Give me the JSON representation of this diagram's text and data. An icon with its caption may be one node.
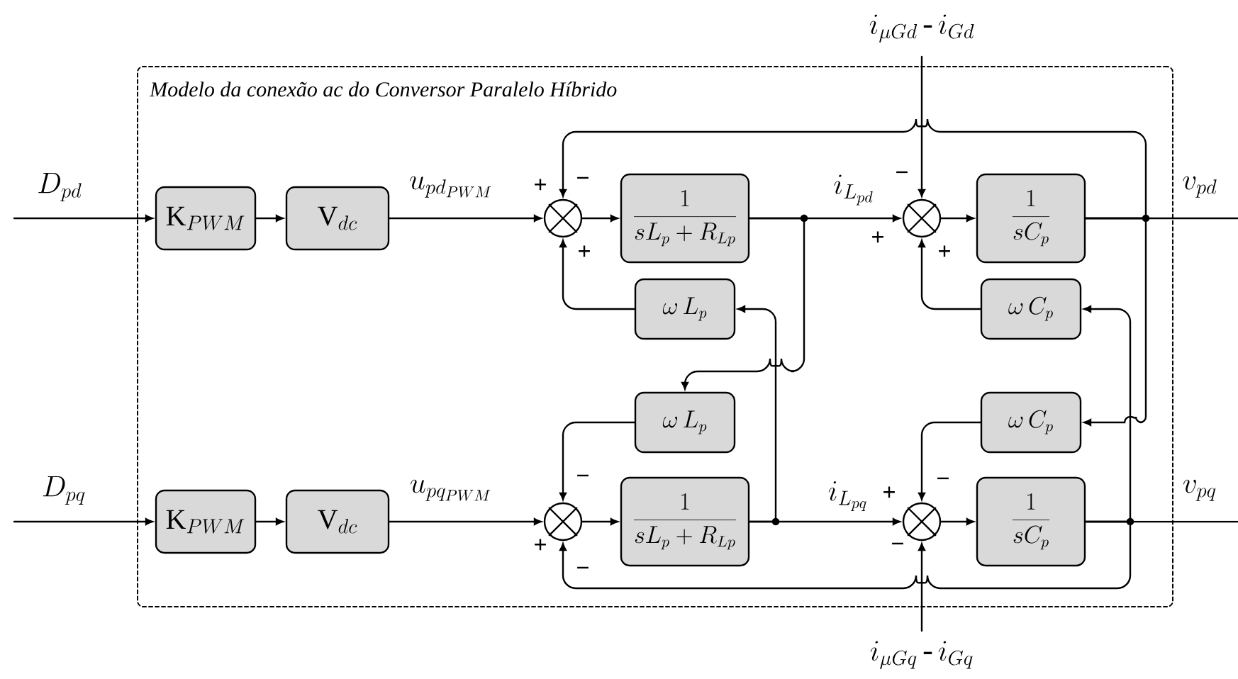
{
  "diagram": {
    "nodes": [
      {
        "text": [
          "Modelo da conexão ac do Conversor Paralelo Híbrido"
        ]
      },
      {
        "text": [
          "\\mathrm{K}_{PWM}"
        ],
        "in": 0
      },
      {
        "text": [
          "\\mathrm{V}_{dc}"
        ],
        "in": 0
      },
      {
        "text": [],
        "shape": "circle",
        "in": 0
      },
      {
        "text": [
          "\\frac{1}{sL_p+R_{Lp}}"
        ],
        "in": 0
      },
      {
        "text": [],
        "shape": "circle",
        "in": 0
      },
      {
        "text": [
          "\\frac{1}{sC_p}"
        ],
        "in": 0
      },
      {
        "text": [
          "\\omega\\, L_p"
        ],
        "in": 0
      },
      {
        "text": [
          "\\omega\\, C_p"
        ],
        "in": 0
      },
      {
        "text": [
          "\\omega\\, L_p"
        ],
        "in": 0
      },
      {
        "text": [
          "\\omega\\, C_p"
        ],
        "in": 0
      },
      {
        "text": [
          "\\mathrm{K}_{PWM}"
        ],
        "in": 0
      },
      {
        "text": [
          "\\mathrm{V}_{dc}"
        ],
        "in": 0
      },
      {
        "text": [],
        "shape": "circle",
        "in": 0
      },
      {
        "text": [
          "\\frac{1}{sL_p+R_{Lp}}"
        ],
        "in": 0
      },
      {
        "text": [],
        "shape": "circle",
        "in": 0
      },
      {
        "text": [
          "\\frac{1}{sC_p}"
        ],
        "in": 0
      }
    ],
    "edges": [
      {
        "from": null,
        "to": 1,
        "arrow": "to",
        "label": "D_{pd}"
      },
      {
        "from": 1,
        "to": 2,
        "arrow": "to"
      },
      {
        "from": 2,
        "to": 3,
        "arrow": "to",
        "label": "u_{pd_{PWM}}"
      },
      {
        "from": 3,
        "to": 4,
        "arrow": "to"
      },
      {
        "from": 4,
        "to": 5,
        "arrow": "to",
        "label": "i_{L_{pd}}"
      },
      {
        "from": null,
        "to": 5,
        "arrow": "to",
        "label": "i_{\\mu Gd}\\,\\mbox{-}\\,i_{Gd}"
      },
      {
        "from": 5,
        "to": 6,
        "arrow": "to"
      },
      {
        "from": 6,
        "to": null,
        "arrow": "none",
        "label": "v_{pd}"
      },
      {
        "from": 6,
        "to": 3,
        "arrow": "to"
      },
      {
        "from": 6,
        "to": 10,
        "arrow": "to"
      },
      {
        "from": 7,
        "to": 3,
        "arrow": "to"
      },
      {
        "from": 8,
        "to": 5,
        "arrow": "to"
      },
      {
        "from": 4,
        "to": 9,
        "arrow": "to"
      },
      {
        "from": 14,
        "to": 7,
        "arrow": "to"
      },
      {
        "from": 16,
        "to": 8,
        "arrow": "to"
      },
      {
        "from": 9,
        "to": 13,
        "arrow": "to"
      },
      {
        "from": 10,
        "to": 15,
        "arrow": "to"
      },
      {
        "from": null,
        "to": 11,
        "arrow": "to",
        "label": "D_{pq}"
      },
      {
        "from": 11,
        "to": 12,
        "arrow": "to"
      },
      {
        "from": 12,
        "to": 13,
        "arrow": "to",
        "label": "u_{pq_{PWM}}"
      },
      {
        "from": 13,
        "to": 14,
        "arrow": "to"
      },
      {
        "from": 14,
        "to": 15,
        "arrow": "to",
        "label": "i_{L_{pq}}"
      },
      {
        "from": null,
        "to": 15,
        "arrow": "to",
        "label": "i_{\\mu Gq}\\,\\mbox{-}\\,i_{Gq}"
      },
      {
        "from": 15,
        "to": 16,
        "arrow": "to"
      },
      {
        "from": 16,
        "to": null,
        "arrow": "none",
        "label": "v_{pq}"
      },
      {
        "from": 16,
        "to": 13,
        "arrow": "to"
      }
    ],
    "labels": [
      "+",
      "−",
      "+",
      "−",
      "+",
      "+",
      "−",
      "+",
      "−",
      "+",
      "−",
      "−"
    ]
  }
}
